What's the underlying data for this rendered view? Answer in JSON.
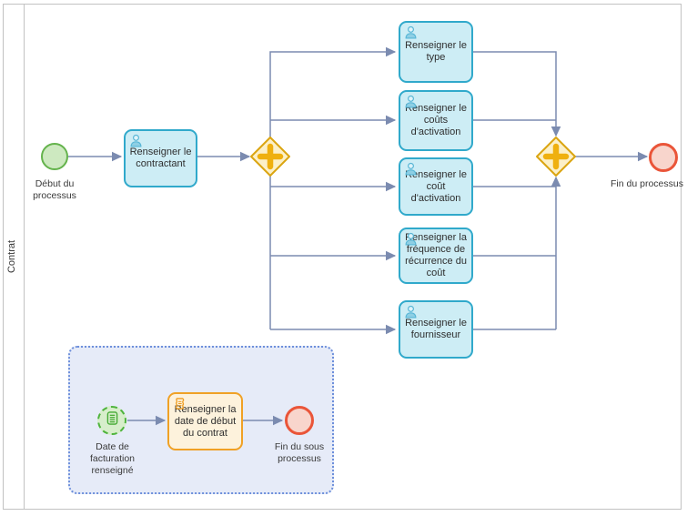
{
  "diagram_type": "BPMN process diagram",
  "lane": {
    "label": "Contrat"
  },
  "main_flow": {
    "start_event_label": "Début du processus",
    "task_contractant": "Renseigner le contractant",
    "task_type": "Renseigner le type",
    "task_couts_activation": "Renseigner le coûts d'activation",
    "task_cout_activation": "Renseigner le coût d'activation",
    "task_frequence": "Renseigner la fréquence de récurrence du coût",
    "task_fournisseur": "Renseigner le fournisseur",
    "end_event_label": "Fin du processus"
  },
  "sub_flow": {
    "start_event_label": "Date de facturation renseigné",
    "task_date_debut": "Renseigner la date de début du contrat",
    "end_event_label": "Fin du sous processus"
  },
  "icons": {
    "user_task": "user-icon",
    "script_task": "script-icon",
    "conditional_start": "document-icon",
    "parallel_gateway": "plus-icon"
  },
  "colors": {
    "task_fill": "#cdedf5",
    "task_border": "#30a9cb",
    "script_task_fill": "#fdf2dc",
    "script_task_border": "#f0a125",
    "gateway_fill": "#fcf0c8",
    "gateway_border": "#dba511",
    "gateway_cross": "#efb00f",
    "start_event_fill": "#cde9c0",
    "start_event_border": "#64b34c",
    "end_event_fill": "#f8d5cc",
    "end_event_border": "#ea5539",
    "sub_start_fill": "#d7eecb",
    "sub_start_border": "#4fb43d",
    "subprocess_fill": "#e6ebf8",
    "subprocess_border": "#6d8fdb",
    "connector": "#7b8bb0",
    "lane_border": "#c2c2c2"
  }
}
